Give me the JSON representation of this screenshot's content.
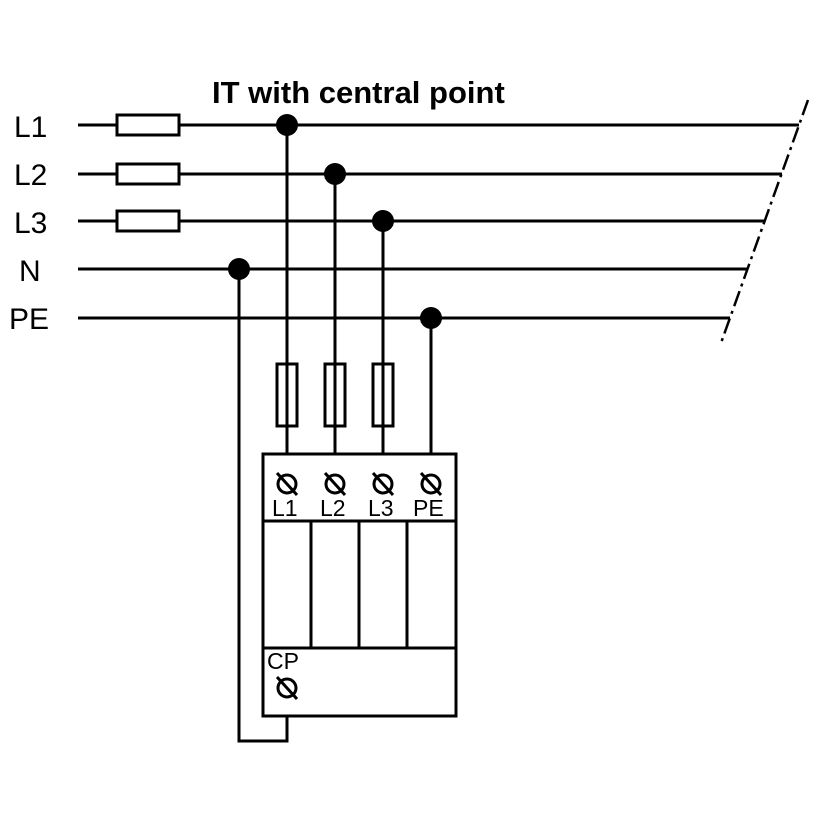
{
  "title": "IT with central point",
  "buses": [
    {
      "id": "L1",
      "label": "L1",
      "has_fuse": true
    },
    {
      "id": "L2",
      "label": "L2",
      "has_fuse": true
    },
    {
      "id": "L3",
      "label": "L3",
      "has_fuse": true
    },
    {
      "id": "N",
      "label": "N",
      "has_fuse": false
    },
    {
      "id": "PE",
      "label": "PE",
      "has_fuse": false
    }
  ],
  "device": {
    "terminals": [
      {
        "label": "L1",
        "bus": "L1",
        "has_fuse": true
      },
      {
        "label": "L2",
        "bus": "L2",
        "has_fuse": true
      },
      {
        "label": "L3",
        "bus": "L3",
        "has_fuse": true
      },
      {
        "label": "PE",
        "bus": "PE",
        "has_fuse": false
      }
    ],
    "central_point": {
      "label": "CP",
      "bus": "N"
    }
  },
  "colors": {
    "line": "#000000",
    "background": "#ffffff"
  }
}
